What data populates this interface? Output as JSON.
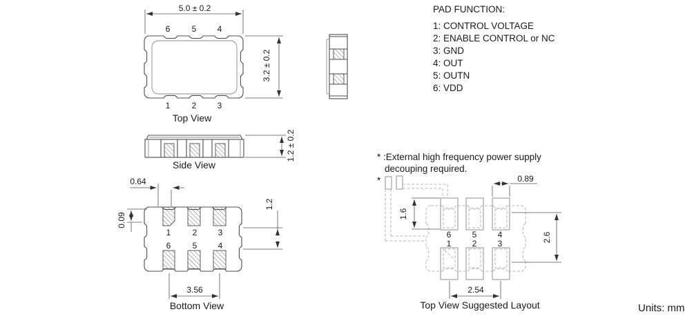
{
  "top_view": {
    "title": "Top View",
    "width_dim": "5.0 ± 0.2",
    "height_dim": "3.2 ± 0.2",
    "pads_top": [
      "6",
      "5",
      "4"
    ],
    "pads_bottom": [
      "1",
      "2",
      "3"
    ]
  },
  "side_view": {
    "title": "Side View",
    "height_dim": "1.2 ± 0.2"
  },
  "bottom_view": {
    "title": "Bottom View",
    "dim_pad_inset": "0.64",
    "dim_edge_inset": "0.09",
    "dim_row_gap": "1.2",
    "dim_pad_span": "3.56",
    "pads_row1": [
      "1",
      "2",
      "3"
    ],
    "pads_row2": [
      "6",
      "5",
      "4"
    ]
  },
  "suggested_layout": {
    "title": "Top View Suggested Layout",
    "dim_pad_width": "0.89",
    "dim_pad_height": "1.6",
    "dim_row_pitch": "2.6",
    "dim_pad_pitch": "2.54",
    "pads_row_top": [
      "6",
      "5",
      "4"
    ],
    "pads_row_bottom": [
      "1",
      "2",
      "3"
    ],
    "star": "*"
  },
  "pad_function": {
    "title": "PAD FUNCTION:",
    "items": [
      "1: CONTROL VOLTAGE",
      "2: ENABLE CONTROL or NC",
      "3: GND",
      "4: OUT",
      "5: OUTN",
      "6: VDD"
    ]
  },
  "note": {
    "line1": "* :External high frequency power supply",
    "line2": "decouping required."
  },
  "units_label": "Units: mm",
  "colors": {
    "line": "#4d4d4d",
    "dim": "#555555",
    "dashed": "#b5b5b5",
    "text": "#1a1a1a"
  }
}
